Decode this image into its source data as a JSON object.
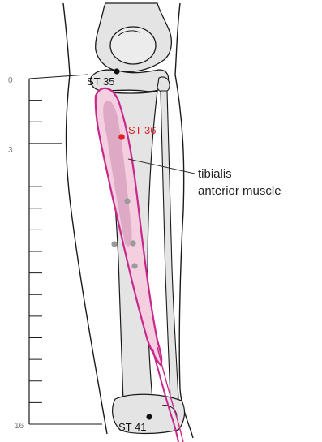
{
  "scale": {
    "labels": [
      "0",
      "3",
      "16"
    ],
    "tick_count": 17
  },
  "points": {
    "st35": "ST 35",
    "st36": "ST 36",
    "st41": "ST 41"
  },
  "muscle_label": {
    "line1": "tibialis",
    "line2": "anterior muscle"
  },
  "colors": {
    "outline": "#1a1a1a",
    "bone_fill": "#e4e4e4",
    "muscle_outline": "#c8288c",
    "muscle_fill": "#f3cfe0",
    "muscle_inner": "#d9a2be",
    "point_red": "#e0202a",
    "point_black": "#111111",
    "point_gray": "#9a9a9a",
    "label_gray": "#777777"
  }
}
